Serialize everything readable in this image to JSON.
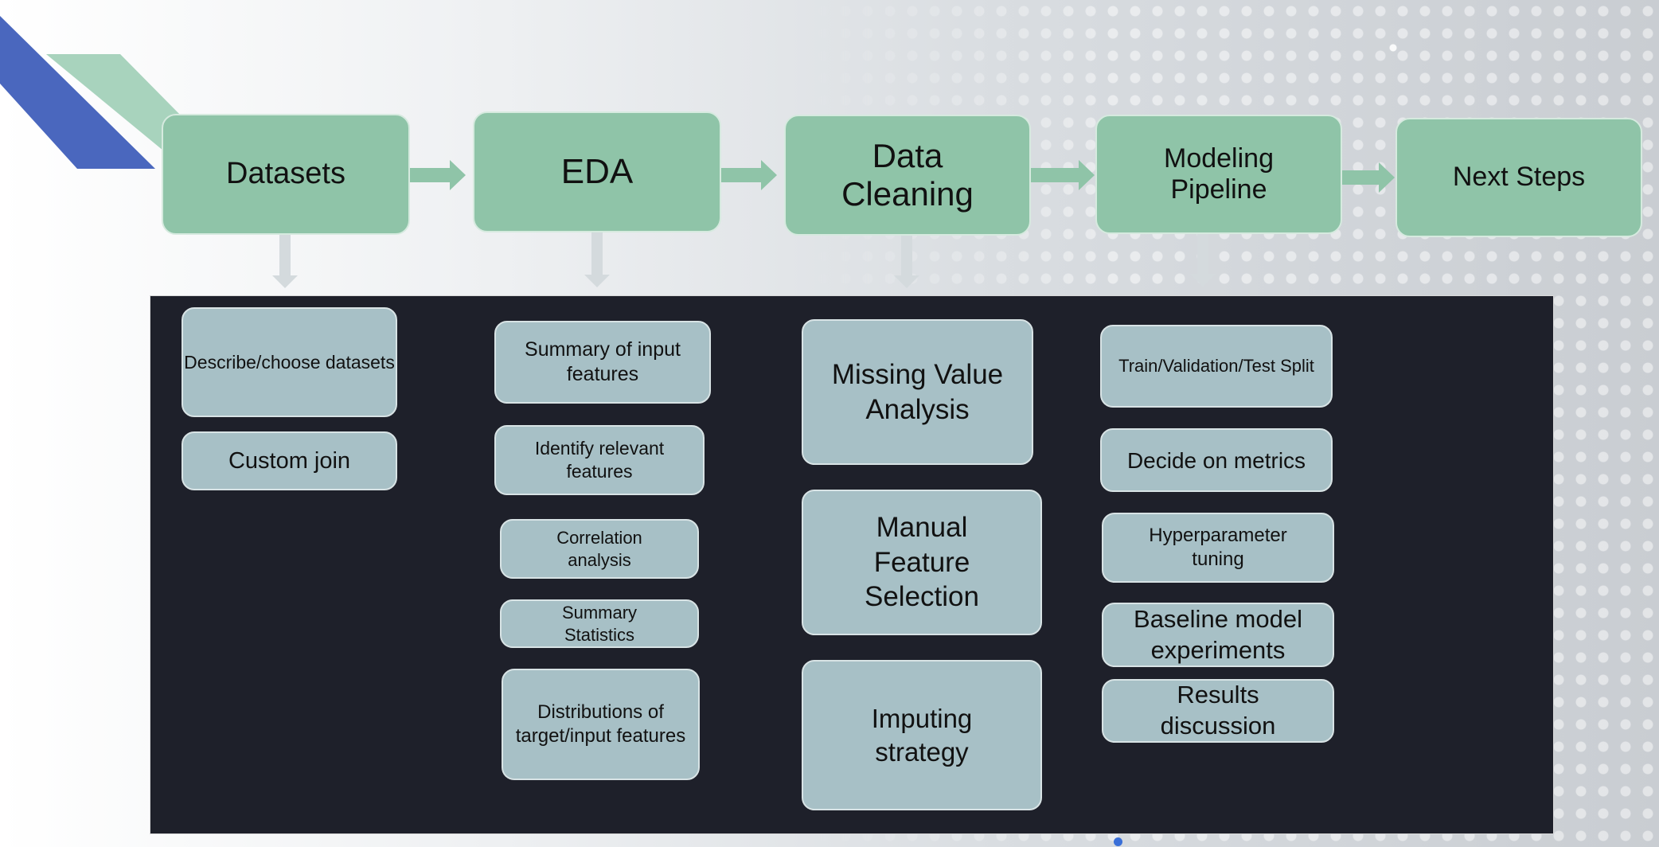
{
  "stages": [
    {
      "label": "Datasets"
    },
    {
      "label": "EDA"
    },
    {
      "label": "Data Cleaning"
    },
    {
      "label": "Modeling Pipeline"
    },
    {
      "label": "Next Steps"
    }
  ],
  "tasks": {
    "datasets": [
      "Describe/choose datasets",
      "Custom join"
    ],
    "eda": [
      "Summary of input features",
      "Identify relevant features",
      "Correlation analysis",
      "Summary Statistics",
      "Distributions of target/input features"
    ],
    "cleaning": [
      "Missing Value Analysis",
      "Manual Feature Selection",
      "Imputing strategy"
    ],
    "modeling": [
      "Train/Validation/Test Split",
      "Decide on metrics",
      "Hyperparameter tuning",
      "Baseline model experiments",
      "Results discussion"
    ]
  },
  "colors": {
    "stage_fill": "#8fc4a8",
    "task_fill": "#a7c0c6",
    "panel_bg": "#1e202a",
    "accent_blue": "#4a67be"
  }
}
